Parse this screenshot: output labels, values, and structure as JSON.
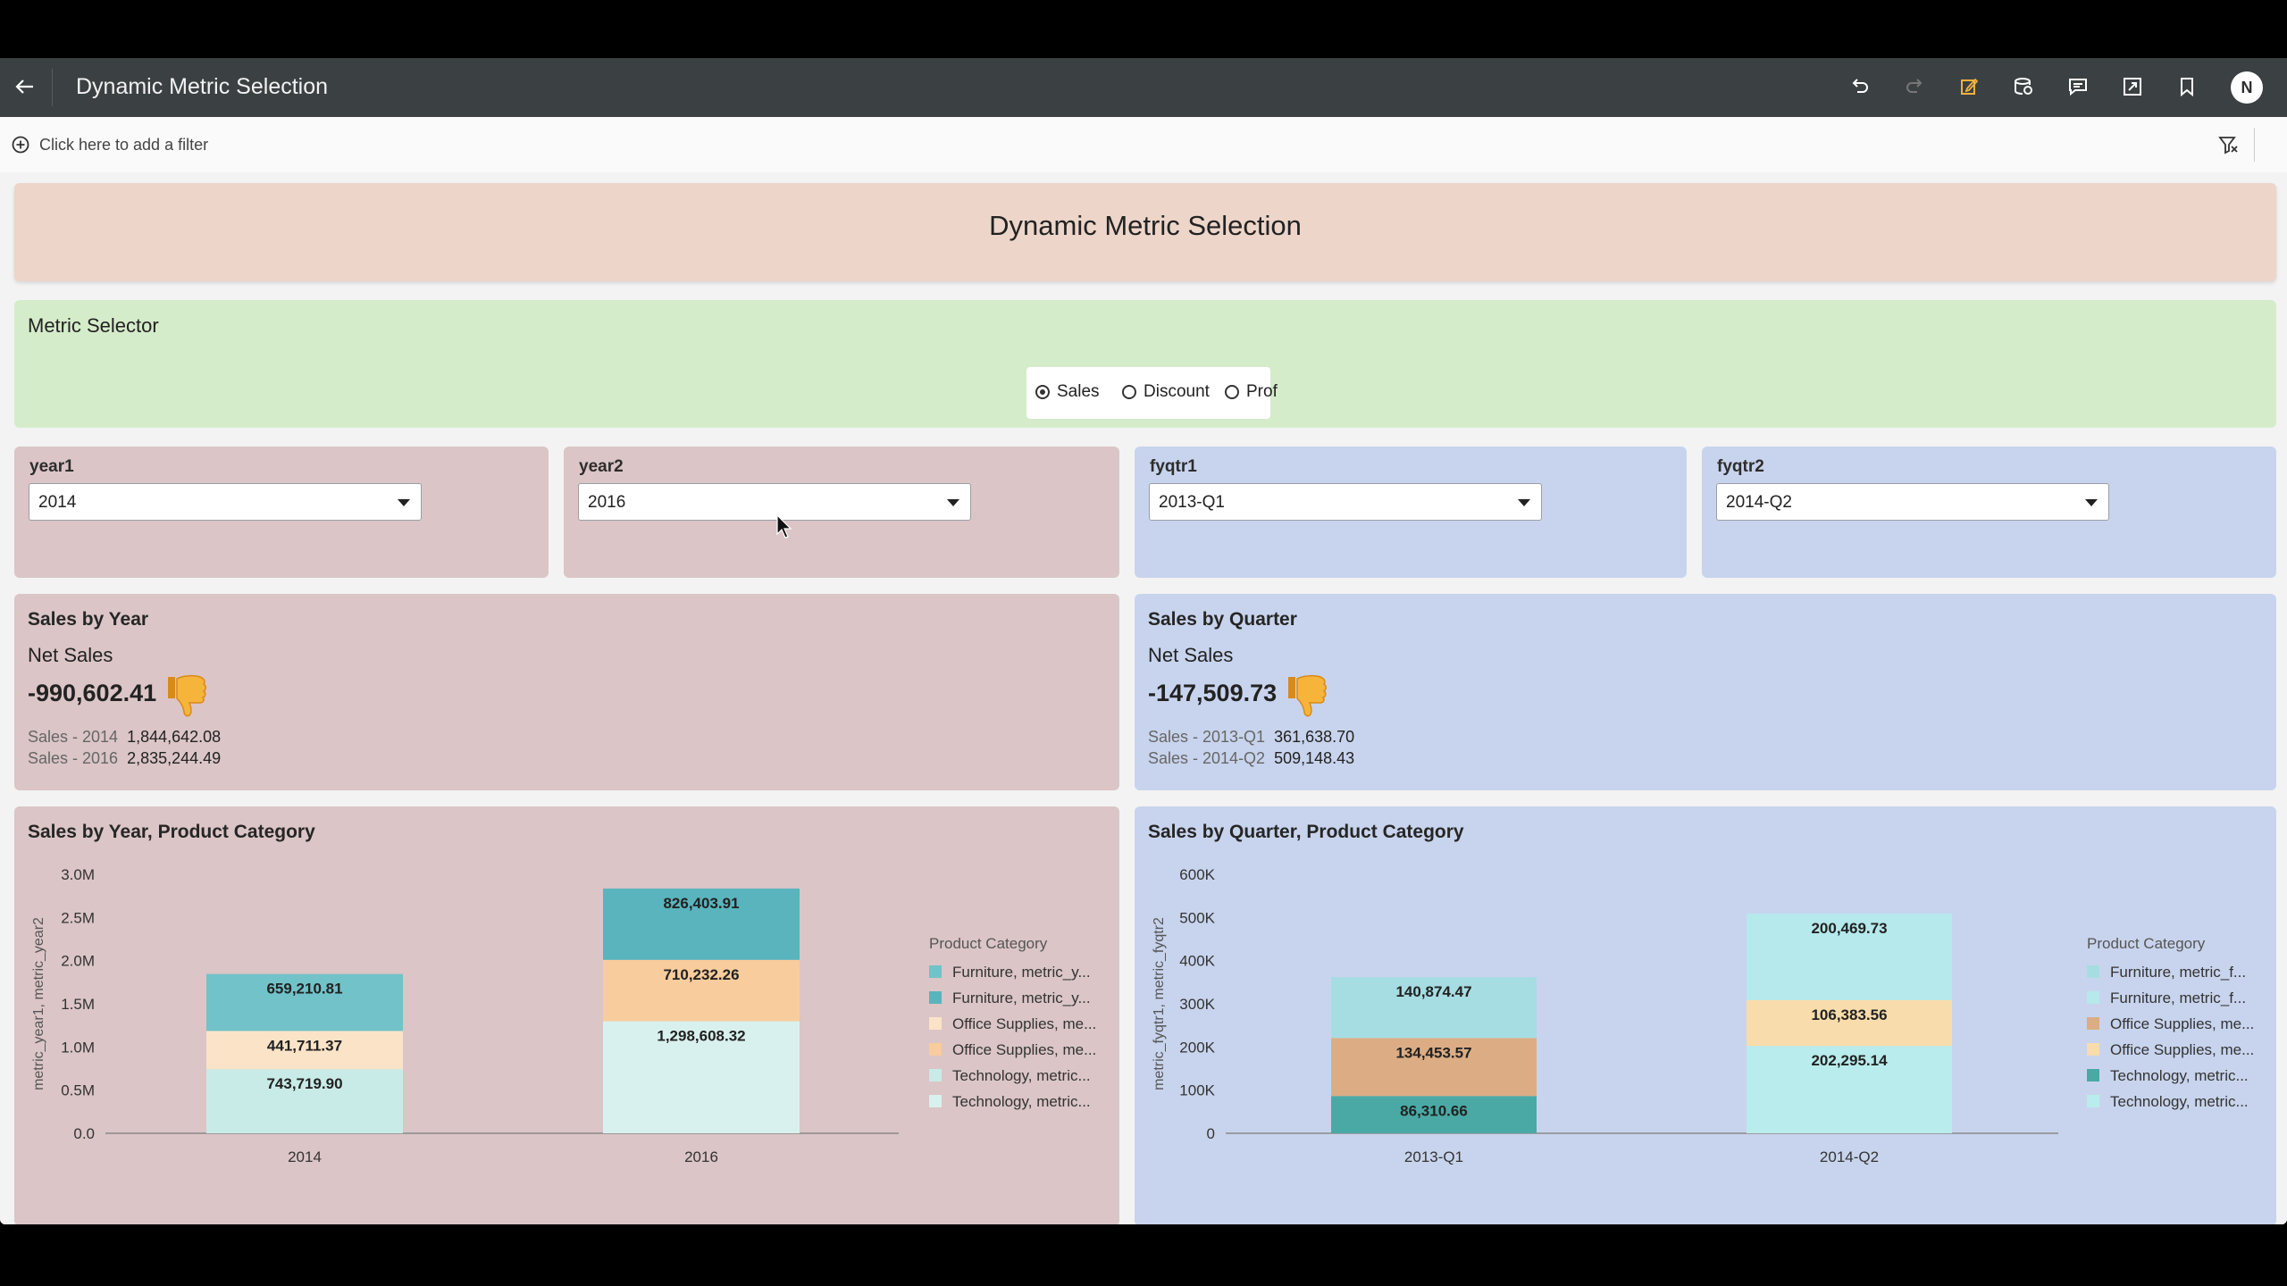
{
  "app": {
    "title": "Dynamic Metric Selection",
    "avatar_initial": "N"
  },
  "toolbar": {
    "icons": [
      "back-arrow-icon",
      "undo-icon",
      "redo-icon",
      "edit-icon",
      "data-icon",
      "comment-icon",
      "present-icon",
      "bookmark-icon"
    ]
  },
  "filter_bar": {
    "placeholder": "Click here to add a filter"
  },
  "header_panel": {
    "title": "Dynamic Metric Selection"
  },
  "metric_selector": {
    "title": "Metric Selector",
    "options": [
      "Sales",
      "Discount",
      "Prof"
    ],
    "selected": "Sales"
  },
  "filters": [
    {
      "label": "year1",
      "value": "2014"
    },
    {
      "label": "year2",
      "value": "2016"
    },
    {
      "label": "fyqtr1",
      "value": "2013-Q1"
    },
    {
      "label": "fyqtr2",
      "value": "2014-Q2"
    }
  ],
  "kpi_year": {
    "title": "Sales by Year",
    "subtitle": "Net Sales",
    "value": "-990,602.41",
    "rows": [
      {
        "key": "Sales - 2014",
        "val": "1,844,642.08"
      },
      {
        "key": "Sales - 2016",
        "val": "2,835,244.49"
      }
    ]
  },
  "kpi_quarter": {
    "title": "Sales by Quarter",
    "subtitle": "Net Sales",
    "value": "-147,509.73",
    "rows": [
      {
        "key": "Sales - 2013-Q1",
        "val": "361,638.70"
      },
      {
        "key": "Sales - 2014-Q2",
        "val": "509,148.43"
      }
    ]
  },
  "colors": {
    "pink_panel": "#dbc5c6",
    "blue_panel": "#c8d4ed",
    "header_panel": "#edd5c9",
    "green_panel": "#d5ecca",
    "topbar": "#3b4043"
  },
  "chart_data": [
    {
      "type": "bar",
      "stacked": true,
      "title": "Sales by Year, Product Category",
      "ylabel": "metric_year1, metric_year2",
      "categories": [
        "2014",
        "2016"
      ],
      "yticks": [
        "0.0",
        "0.5M",
        "1.0M",
        "1.5M",
        "2.0M",
        "2.5M",
        "3.0M"
      ],
      "ylim": [
        0,
        3000000
      ],
      "legend_title": "Product Category",
      "legend": [
        {
          "label": "Furniture, metric_y...",
          "color": "#72c2c9"
        },
        {
          "label": "Furniture, metric_y...",
          "color": "#5ab4bd"
        },
        {
          "label": "Office Supplies, me...",
          "color": "#fbe3c8"
        },
        {
          "label": "Office Supplies, me...",
          "color": "#f8cc9c"
        },
        {
          "label": "Technology, metric...",
          "color": "#c9ebe7"
        },
        {
          "label": "Technology, metric...",
          "color": "#d9f1ee"
        }
      ],
      "series": [
        {
          "values": [
            743719.9,
            1298608.32
          ],
          "labels": [
            "743,719.90",
            "1,298,608.32"
          ],
          "colors": [
            "#c9ebe7",
            "#d9f1ee"
          ]
        },
        {
          "values": [
            441711.37,
            710232.26
          ],
          "labels": [
            "441,711.37",
            "710,232.26"
          ],
          "colors": [
            "#fbe3c8",
            "#f8cc9c"
          ]
        },
        {
          "values": [
            659210.81,
            826403.91
          ],
          "labels": [
            "659,210.81",
            "826,403.91"
          ],
          "colors": [
            "#72c2c9",
            "#5ab4bd"
          ]
        }
      ]
    },
    {
      "type": "bar",
      "stacked": true,
      "title": "Sales by Quarter, Product Category",
      "ylabel": "metric_fyqtr1, metric_fyqtr2",
      "categories": [
        "2013-Q1",
        "2014-Q2"
      ],
      "yticks": [
        "0",
        "100K",
        "200K",
        "300K",
        "400K",
        "500K",
        "600K"
      ],
      "ylim": [
        0,
        600000
      ],
      "legend_title": "Product Category",
      "legend": [
        {
          "label": "Furniture, metric_f...",
          "color": "#a6dde2"
        },
        {
          "label": "Furniture, metric_f...",
          "color": "#b5e9ec"
        },
        {
          "label": "Office Supplies, me...",
          "color": "#dcad84"
        },
        {
          "label": "Office Supplies, me...",
          "color": "#f8dcab"
        },
        {
          "label": "Technology, metric...",
          "color": "#4aa9a5"
        },
        {
          "label": "Technology, metric...",
          "color": "#b9ecec"
        }
      ],
      "series": [
        {
          "values": [
            86310.66,
            202295.14
          ],
          "labels": [
            "86,310.66",
            "202,295.14"
          ],
          "colors": [
            "#4aa9a5",
            "#b9ecec"
          ]
        },
        {
          "values": [
            134453.57,
            106383.56
          ],
          "labels": [
            "134,453.57",
            "106,383.56"
          ],
          "colors": [
            "#dcad84",
            "#f8dcab"
          ]
        },
        {
          "values": [
            140874.47,
            200469.73
          ],
          "labels": [
            "140,874.47",
            "200,469.73"
          ],
          "colors": [
            "#a6dde2",
            "#b5e9ec"
          ]
        }
      ]
    }
  ]
}
